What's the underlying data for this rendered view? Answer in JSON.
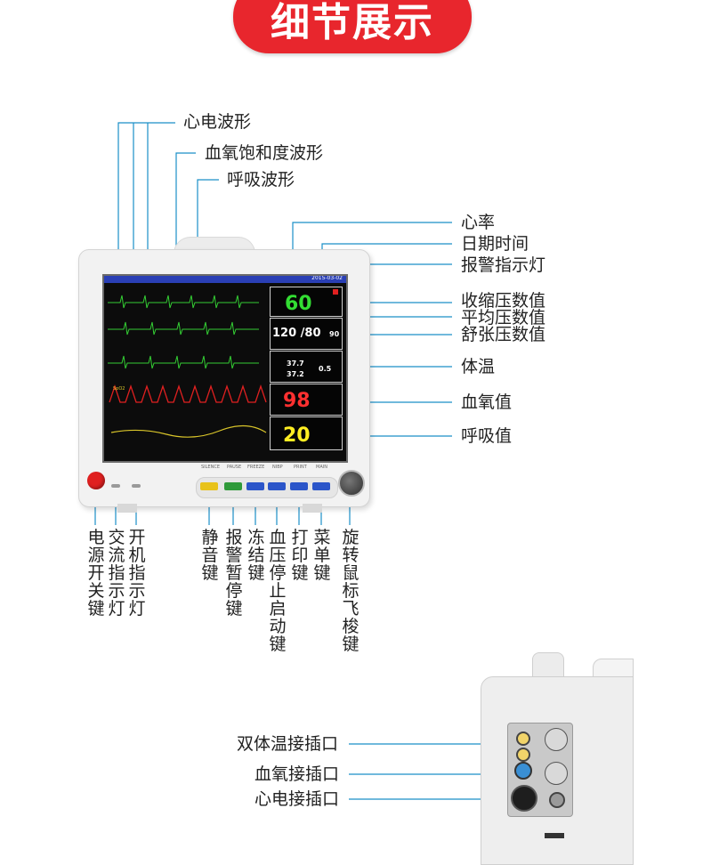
{
  "banner": {
    "title": "细节展示"
  },
  "front_labels": {
    "ecg_waveform": "心电波形",
    "spo2_waveform": "血氧饱和度波形",
    "resp_waveform": "呼吸波形",
    "heart_rate": "心率",
    "datetime": "日期时间",
    "alarm_light": "报警指示灯",
    "systolic": "收缩压数值",
    "mean": "平均压数值",
    "diastolic": "舒张压数值",
    "temperature": "体温",
    "spo2_value": "血氧值",
    "resp_value": "呼吸值"
  },
  "bottom_labels": {
    "power_key": "电源开关键",
    "ac_light": "交流指示灯",
    "on_light": "开机指示灯",
    "silence_key": "静音键",
    "alarm_pause_key": "报警暂停键",
    "freeze_key": "冻结键",
    "nibp_key": "血压停止启动键",
    "print_key": "打印键",
    "menu_key": "菜单键",
    "knob_key": "旋转鼠标飞梭键"
  },
  "side_labels": {
    "temp_port": "双体温接插口",
    "spo2_port": "血氧接插口",
    "ecg_port": "心电接插口"
  },
  "screen": {
    "heart_rate": "60",
    "bp_value": "120 /80",
    "bp_mean": "90",
    "t1": "37.7",
    "t2": "37.2",
    "td": "0.5",
    "spo2": "98",
    "resp": "20",
    "date": "2015-03-02"
  },
  "key_captions": [
    "SILENCE",
    "PAUSE",
    "FREEZE",
    "NIBP",
    "PRINT",
    "MAIN"
  ],
  "colors": {
    "banner": "#e8262d",
    "line": "#1a8fc8",
    "ecg": "#33cc33",
    "spo2_wave": "#e02020",
    "resp_wave": "#d9c52a",
    "hr_digits": "#33dd33",
    "spo2_digits": "#ff3030",
    "resp_digits": "#ffee22",
    "silence_key": "#e8c21a",
    "pause_key": "#2f9a3a",
    "blue_keys": "#2b55c9"
  }
}
